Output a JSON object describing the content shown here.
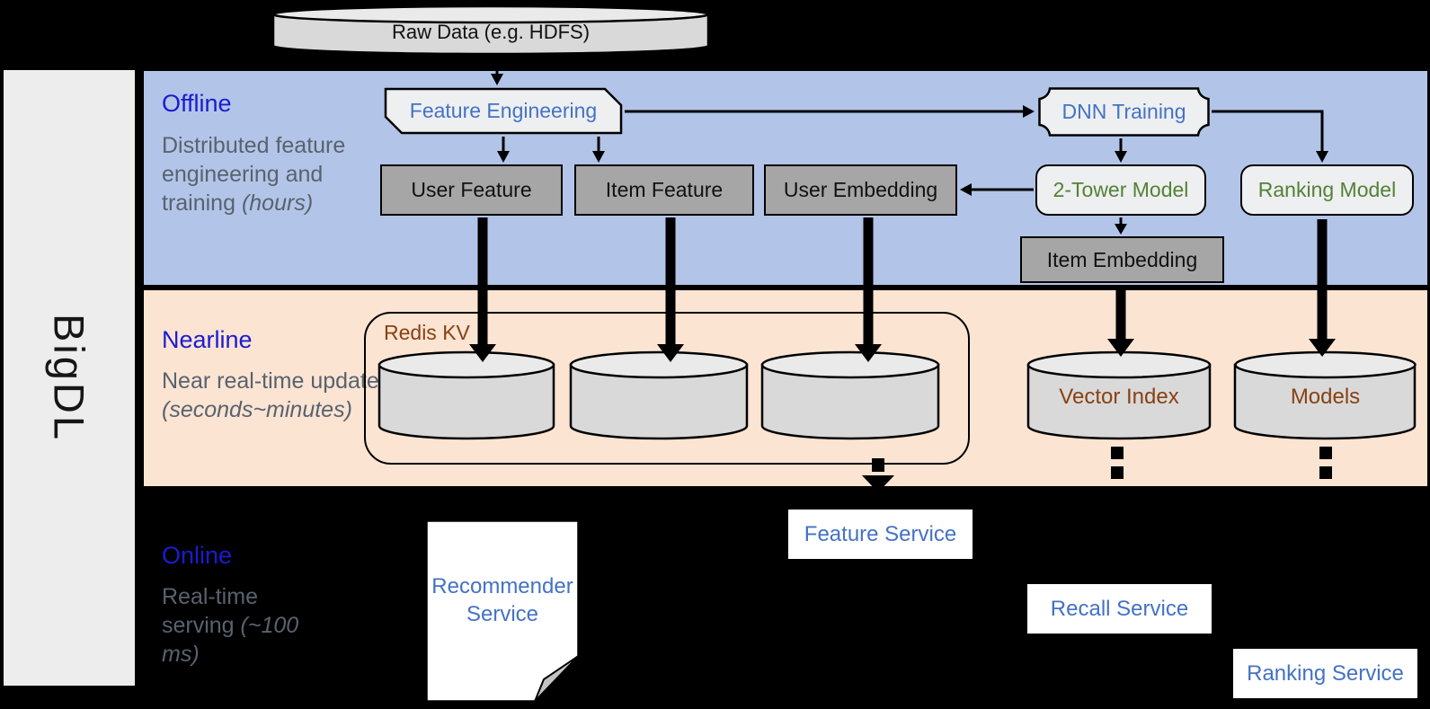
{
  "colors": {
    "page_bg": "#000000",
    "sidebar_bg": "#EDEDED",
    "band_offline": "#B2C5E8",
    "band_nearline": "#FBE4D2",
    "heading_blue": "#1B1BD1",
    "body_gray": "#59626F",
    "accent_blue": "#4472C4",
    "green": "#538135",
    "brown": "#8A4013",
    "gray_box": "#A6A6A6",
    "light_box": "#EEEFF1",
    "cylinder_body": "#D9D9D9",
    "cylinder_top": "#EAEAEA",
    "outline": "#000000",
    "white": "#FFFFFF"
  },
  "sidebar": {
    "brand": "BigDL"
  },
  "raw_data": {
    "label": "Raw Data (e.g. HDFS)"
  },
  "bands": {
    "offline": {
      "title": "Offline",
      "desc": "Distributed feature engineering and training",
      "desc_italic": "(hours)"
    },
    "nearline": {
      "title": "Nearline",
      "desc": "Near real-time update",
      "desc_italic": "(seconds~minutes)"
    },
    "online": {
      "title": "Online",
      "desc": "Real-time serving",
      "desc_italic": "(~100 ms)"
    }
  },
  "nodes": {
    "feature_engineering": "Feature Engineering",
    "dnn_training": "DNN Training",
    "user_feature": "User Feature",
    "item_feature": "Item Feature",
    "user_embedding": "User Embedding",
    "two_tower_model": "2-Tower Model",
    "ranking_model": "Ranking Model",
    "item_embedding": "Item Embedding",
    "redis_kv": "Redis KV",
    "vector_index": "Vector Index",
    "models": "Models",
    "recommender_service": "Recommender Service",
    "feature_service": "Feature Service",
    "recall_service": "Recall Service",
    "ranking_service": "Ranking Service"
  }
}
